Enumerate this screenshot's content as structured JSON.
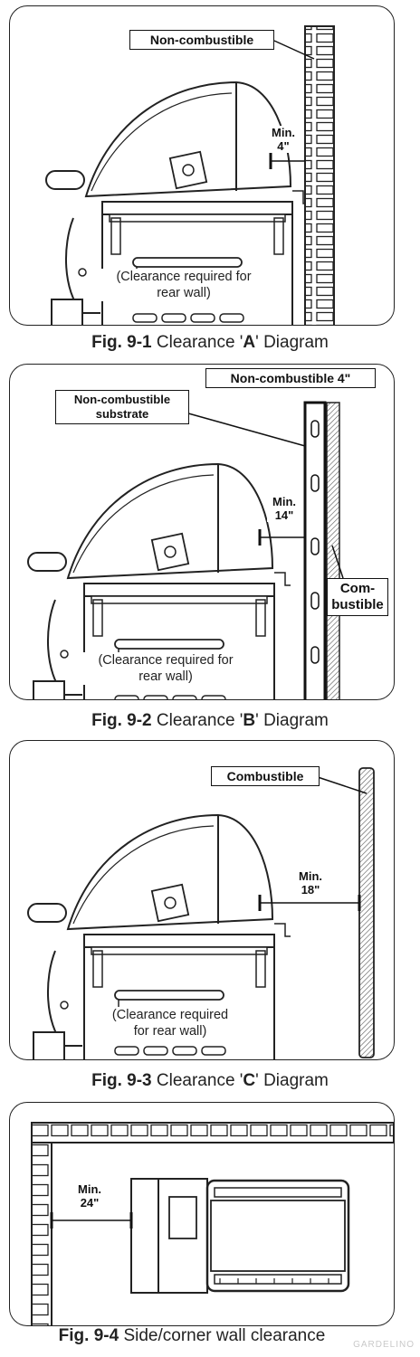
{
  "figures": [
    {
      "caption_num": "Fig. 9-1",
      "caption_text": " Clearance '",
      "caption_letter": "A",
      "caption_tail": "' Diagram",
      "callout": "Non-combustible",
      "min_line1": "Min.",
      "min_line2": "4\"",
      "rear_line1": "(Clearance required for",
      "rear_line2": "rear wall)"
    },
    {
      "caption_num": "Fig. 9-2",
      "caption_text": " Clearance '",
      "caption_letter": "B",
      "caption_tail": "' Diagram",
      "callout": "Non-combustible 4\"",
      "substrate_line1": "Non-combustible",
      "substrate_line2": "substrate",
      "comb_line1": "Com-",
      "comb_line2": "bustible",
      "min_line1": "Min.",
      "min_line2": "14\"",
      "rear_line1": "(Clearance required for",
      "rear_line2": "rear wall)"
    },
    {
      "caption_num": "Fig. 9-3",
      "caption_text": " Clearance '",
      "caption_letter": "C",
      "caption_tail": "' Diagram",
      "callout": "Combustible",
      "min_line1": "Min.",
      "min_line2": "18\"",
      "rear_line1": "(Clearance required",
      "rear_line2": "for rear wall)"
    },
    {
      "caption_num": "Fig. 9-4",
      "caption_text": " Side/corner wall clearance",
      "min_line1": "Min.",
      "min_line2": "24\""
    }
  ],
  "watermark": "GARDELINO"
}
